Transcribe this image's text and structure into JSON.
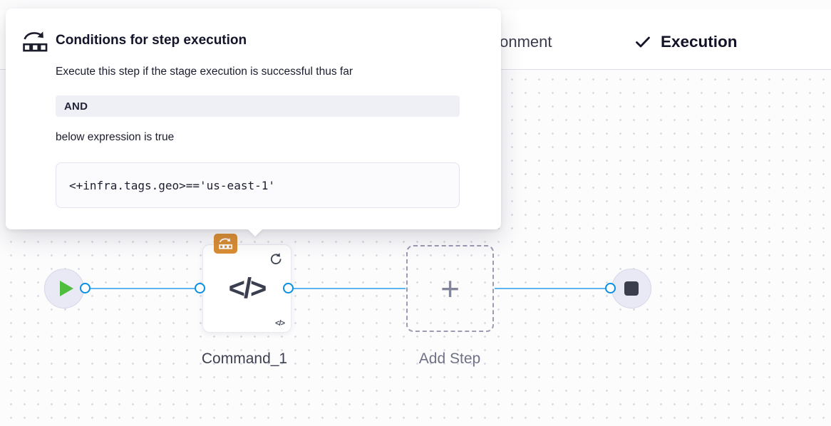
{
  "tabs": {
    "environment": "Environment",
    "execution": "Execution"
  },
  "popover": {
    "title": "Conditions for step execution",
    "description": "Execute this step if the stage execution is successful thus far",
    "operator": "AND",
    "expression_label": "below expression is true",
    "expression": "<+infra.tags.geo>=='us-east-1'"
  },
  "pipeline": {
    "step_name": "Command_1",
    "add_step_label": "Add Step",
    "step_glyph": "</>",
    "step_glyph_small": "</>",
    "add_glyph": "+"
  },
  "colors": {
    "tab_underline": "#2e6ad0",
    "edge_blue": "#5fb5ef",
    "port_border": "#0a8fe0",
    "badge_orange": "#d98e35",
    "play_green": "#4fbe3f"
  }
}
